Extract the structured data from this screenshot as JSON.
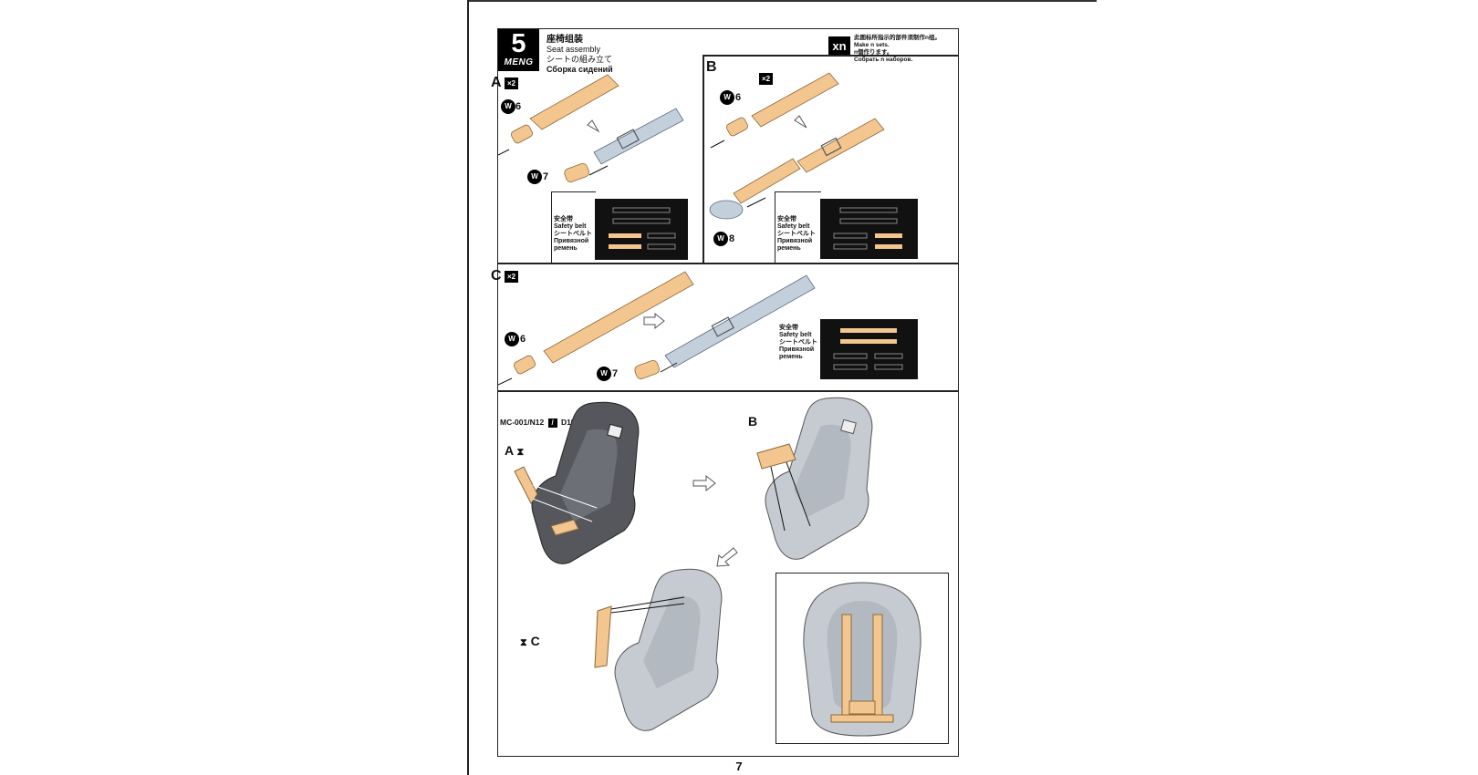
{
  "page": {
    "number": "7"
  },
  "header": {
    "step_number": "5",
    "brand": "MENG",
    "title_cn": "座椅组装",
    "title_en": "Seat assembly",
    "title_jp": "シートの組み立て",
    "title_ru": "Сборка сидений"
  },
  "sets_note": {
    "badge": "xn",
    "line_cn": "此图标所指示的部件须制作n组。",
    "line_en": "Make n sets.",
    "line_jp": "n個作ります。",
    "line_ru": "Собрать n наборов."
  },
  "panels": {
    "a": {
      "label": "A",
      "multiplier": "×2",
      "w1": "6",
      "w2": "7"
    },
    "b": {
      "label": "B",
      "multiplier": "×2",
      "w1": "6",
      "w2": "8"
    },
    "c": {
      "label": "C",
      "multiplier": "×2",
      "w1": "6",
      "w2": "7"
    }
  },
  "fret_label": {
    "cn": "安全带",
    "en": "Safety belt",
    "jp": "シートベルト",
    "ru1": "Привязной",
    "ru2": "ремень"
  },
  "part_refs": {
    "seat": "MC-001/N12",
    "seat_alt": "D19",
    "a_tag": "A",
    "b_tag": "B",
    "c_tag": "C"
  },
  "colors": {
    "belt_tan": "#f3c58f",
    "belt_grey": "#c4cfdc",
    "seat_dark": "#55575c",
    "seat_light": "#c6cbd2"
  }
}
